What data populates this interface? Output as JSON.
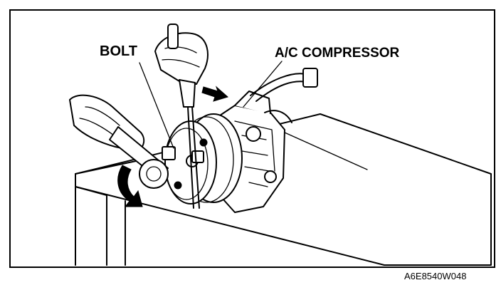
{
  "figure": {
    "labels": {
      "bolt": "BOLT",
      "compressor": "A/C COMPRESSOR"
    },
    "figure_code": "A6E8540W048",
    "icons": [
      "rotation-arrow-icon",
      "direction-arrow-icon"
    ]
  }
}
